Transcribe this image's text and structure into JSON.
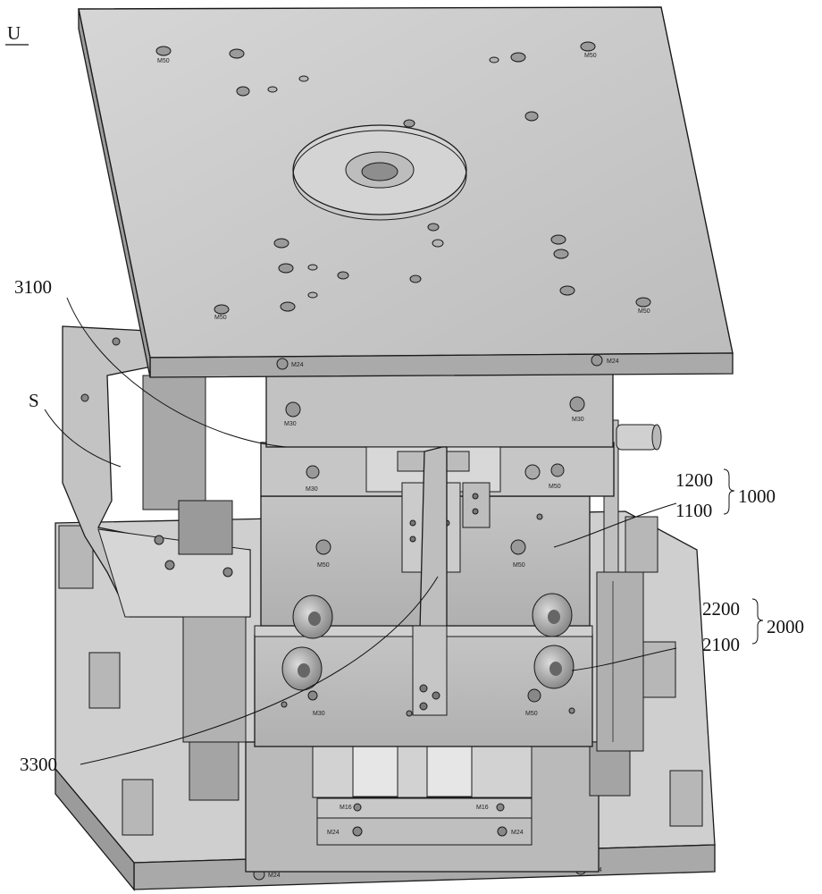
{
  "figure_letter": "U",
  "labels": {
    "l3100": "3100",
    "lS": "S",
    "l1200": "1200",
    "l1100": "1100",
    "l1000": "1000",
    "l2200": "2200",
    "l2100": "2100",
    "l2000": "2000",
    "l3300": "3300"
  },
  "plate_marks": {
    "m50": "M50",
    "m30": "M30",
    "m24": "M24",
    "m16": "M16"
  },
  "colors": {
    "plate_top": "#c9c9c9",
    "plate_edge": "#a8a8a8",
    "block": "#bdbdbd",
    "dark": "#8a8a8a",
    "line": "#1a1a1a"
  }
}
